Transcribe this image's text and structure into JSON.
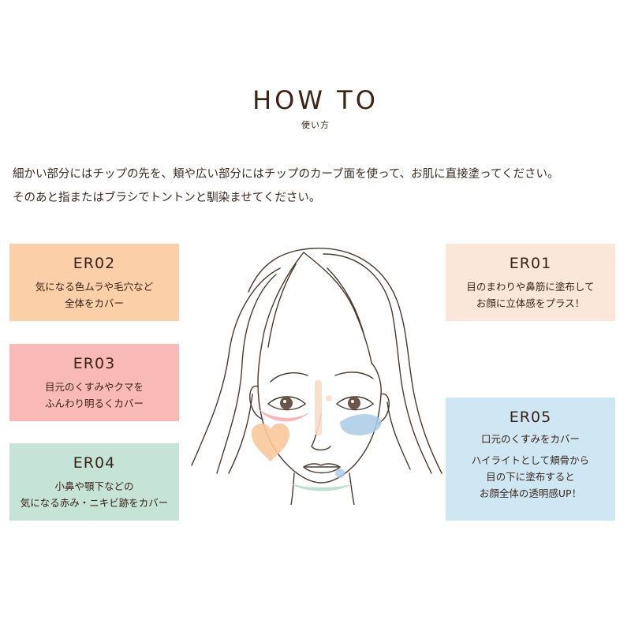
{
  "header": {
    "title": "HOW TO",
    "subtitle": "使い方"
  },
  "intro": {
    "line1": "細かい部分にはチップの先を、頬や広い部分にはチップのカーブ面を使って、お肌に直接塗ってください。",
    "line2": "そのあと指またはブラシでトントンと馴染ませてください。"
  },
  "cards": {
    "er02": {
      "code": "ER02",
      "line1": "気になる色ムラや毛穴など",
      "line2": "全体をカバー",
      "color": "#fbd0a9"
    },
    "er03": {
      "code": "ER03",
      "line1": "目元のくすみやクマを",
      "line2": "ふんわり明るくカバー",
      "color": "#f9b9b5"
    },
    "er04": {
      "code": "ER04",
      "line1": "小鼻や顎下などの",
      "line2": "気になる赤み・ニキビ跡をカバー",
      "color": "#c5e3d6"
    },
    "er01": {
      "code": "ER01",
      "line1": "目のまわりや鼻筋に塗布して",
      "line2": "お顔に立体感をプラス！",
      "color": "#fbe7d9"
    },
    "er05": {
      "code": "ER05",
      "line1": "口元のくすみをカバー",
      "line2": "ハイライトとして頬骨から",
      "line3": "目の下に塗布すると",
      "line4": "お顔全体の透明感UP！",
      "color": "#cfe6f3"
    }
  },
  "illustration": {
    "icon": "face-illustration-icon",
    "line_color": "#4a3a30"
  }
}
